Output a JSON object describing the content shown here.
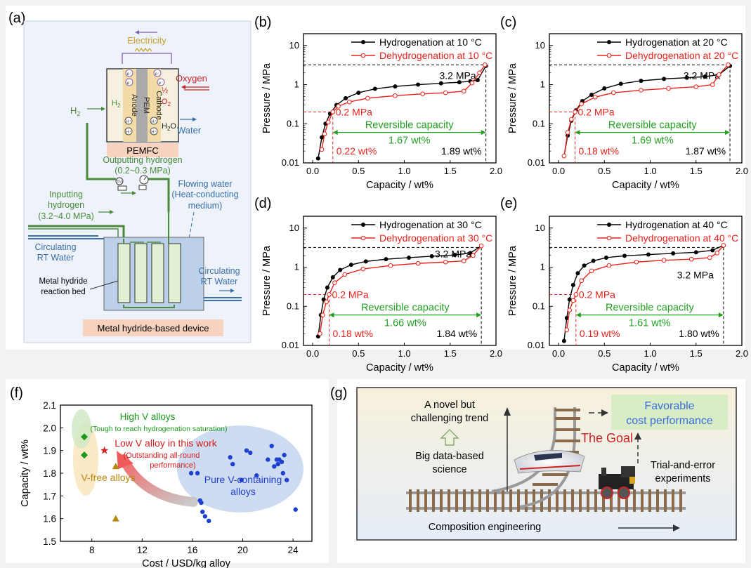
{
  "panel_labels": {
    "a": "(a)",
    "b": "(b)",
    "c": "(c)",
    "d": "(d)",
    "e": "(e)",
    "f": "(f)",
    "g": "(g)"
  },
  "device": {
    "electricity": "Electricity",
    "oxygen": "Oxygen",
    "half_o2_a": "½",
    "half_o2_b": "O",
    "half_o2_sub": "2",
    "h2_outer": "H",
    "h2_inner": "H",
    "h2_sub": "2",
    "anode": "Anode",
    "pem": "PEM",
    "cathode": "Cathode",
    "h2o": "H",
    "h2o_sub": "2",
    "h2o_end": "O",
    "water": "Water",
    "pemfc": "PEMFC",
    "out_h2_1": "Outputting hydrogen",
    "out_h2_2": "(0.2~0.3 MPa)",
    "in_h2_1": "Inputting",
    "in_h2_2": "hydrogen",
    "in_h2_3": "(3.2~4.0 MPa)",
    "flow_1": "Flowing water",
    "flow_2": "(Heat-conducting",
    "flow_3": "medium)",
    "circ_l1": "Circulating",
    "circ_l2": "RT Water",
    "circ_r1": "Circulating",
    "circ_r2": "RT Water",
    "bed_1": "Metal hydride",
    "bed_2": "reaction bed",
    "device_label": "Metal hydride-based device",
    "sv": "SV",
    "electron": "e⁻",
    "proton": "H⁺"
  },
  "chart_data": [
    {
      "id": "b",
      "type": "line",
      "xlabel": "Capacity / wt%",
      "ylabel": "Pressure / MPa",
      "xlim": [
        -0.1,
        2.0
      ],
      "ylim": [
        0.01,
        20
      ],
      "yscale": "log",
      "xticks": [
        "0.0",
        "0.5",
        "1.0",
        "1.5",
        "2.0"
      ],
      "yticks": [
        "0.01",
        "0.1",
        "1",
        "10"
      ],
      "series": [
        {
          "name": "Hydrogenation at 10 °C",
          "color": "#000000",
          "x": [
            0.06,
            0.1,
            0.14,
            0.19,
            0.26,
            0.36,
            0.5,
            0.68,
            0.9,
            1.15,
            1.4,
            1.6,
            1.72,
            1.8,
            1.89
          ],
          "y": [
            0.013,
            0.045,
            0.1,
            0.18,
            0.3,
            0.45,
            0.62,
            0.78,
            0.9,
            1.0,
            1.08,
            1.15,
            1.22,
            1.3,
            3.0
          ]
        },
        {
          "name": "Dehydrogenation at 10 °C",
          "color": "#e8221b",
          "x": [
            0.1,
            0.13,
            0.17,
            0.22,
            0.28,
            0.4,
            0.6,
            0.9,
            1.2,
            1.45,
            1.65,
            1.74,
            1.82,
            1.88
          ],
          "y": [
            0.022,
            0.055,
            0.11,
            0.2,
            0.28,
            0.36,
            0.45,
            0.52,
            0.58,
            0.62,
            0.68,
            1.1,
            2.0,
            3.2
          ]
        }
      ],
      "annotations": {
        "p_high": "3.2 MPa",
        "p_low": "0.2 MPa",
        "rev": "Reversible capacity",
        "rev_val": "1.67 wt%",
        "low_wt": "0.22 wt%",
        "high_wt": "1.89 wt%"
      },
      "markers": {
        "low_x": 0.22,
        "high_x": 1.89,
        "p_high": 3.2,
        "p_low": 0.2
      }
    },
    {
      "id": "c",
      "type": "line",
      "xlabel": "Capacity / wt%",
      "ylabel": "Pressure / MPa",
      "xlim": [
        -0.1,
        2.0
      ],
      "ylim": [
        0.01,
        20
      ],
      "yscale": "log",
      "xticks": [
        "0.0",
        "0.5",
        "1.0",
        "1.5",
        "2.0"
      ],
      "yticks": [
        "0.01",
        "0.1",
        "1",
        "10"
      ],
      "series": [
        {
          "name": "Hydrogenation at 20 °C",
          "color": "#000000",
          "x": [
            0.06,
            0.1,
            0.14,
            0.19,
            0.26,
            0.36,
            0.5,
            0.68,
            0.9,
            1.15,
            1.4,
            1.6,
            1.75,
            1.87
          ],
          "y": [
            0.015,
            0.05,
            0.12,
            0.22,
            0.38,
            0.55,
            0.8,
            1.05,
            1.25,
            1.4,
            1.5,
            1.6,
            1.8,
            3.0
          ]
        },
        {
          "name": "Dehydrogenation at 20 °C",
          "color": "#e8221b",
          "x": [
            0.06,
            0.1,
            0.14,
            0.18,
            0.25,
            0.4,
            0.6,
            0.9,
            1.2,
            1.5,
            1.68,
            1.75,
            1.85
          ],
          "y": [
            0.015,
            0.06,
            0.13,
            0.2,
            0.32,
            0.48,
            0.62,
            0.72,
            0.8,
            0.88,
            1.0,
            1.8,
            3.2
          ]
        }
      ],
      "annotations": {
        "p_high": "3.2 MPa",
        "p_low": "0.2 MPa",
        "rev": "Reversible capacity",
        "rev_val": "1.69 wt%",
        "low_wt": "0.18 wt%",
        "high_wt": "1.87 wt%"
      },
      "markers": {
        "low_x": 0.18,
        "high_x": 1.87,
        "p_high": 3.2,
        "p_low": 0.2
      }
    },
    {
      "id": "d",
      "type": "line",
      "xlabel": "Capacity / wt%",
      "ylabel": "Pressure / MPa",
      "xlim": [
        -0.1,
        2.0
      ],
      "ylim": [
        0.01,
        20
      ],
      "yscale": "log",
      "xticks": [
        "0.0",
        "0.5",
        "1.0",
        "1.5",
        "2.0"
      ],
      "yticks": [
        "0.01",
        "0.1",
        "1",
        "10"
      ],
      "series": [
        {
          "name": "Hydrogenation at 30 °C",
          "color": "#000000",
          "x": [
            0.06,
            0.09,
            0.12,
            0.16,
            0.22,
            0.3,
            0.42,
            0.58,
            0.8,
            1.05,
            1.3,
            1.55,
            1.72,
            1.84
          ],
          "y": [
            0.017,
            0.06,
            0.15,
            0.3,
            0.55,
            0.85,
            1.15,
            1.4,
            1.6,
            1.75,
            1.9,
            2.05,
            2.3,
            3.5
          ]
        },
        {
          "name": "Dehydrogenation at 30 °C",
          "color": "#e8221b",
          "x": [
            0.08,
            0.11,
            0.15,
            0.18,
            0.24,
            0.35,
            0.55,
            0.85,
            1.15,
            1.45,
            1.65,
            1.75,
            1.84
          ],
          "y": [
            0.02,
            0.06,
            0.13,
            0.2,
            0.4,
            0.65,
            0.9,
            1.1,
            1.25,
            1.35,
            1.45,
            2.0,
            3.5
          ]
        }
      ],
      "annotations": {
        "p_high": "3.2 MPa",
        "p_low": "0.2 MPa",
        "rev": "Reversible capacity",
        "rev_val": "1.66 wt%",
        "low_wt": "0.18 wt%",
        "high_wt": "1.84 wt%"
      },
      "markers": {
        "low_x": 0.18,
        "high_x": 1.84,
        "p_high": 3.2,
        "p_low": 0.2
      }
    },
    {
      "id": "e",
      "type": "line",
      "xlabel": "Capacity / wt%",
      "ylabel": "Pressure / MPa",
      "xlim": [
        -0.1,
        2.0
      ],
      "ylim": [
        0.01,
        20
      ],
      "yscale": "log",
      "xticks": [
        "0.0",
        "0.5",
        "1.0",
        "1.5",
        "2.0"
      ],
      "yticks": [
        "0.01",
        "0.1",
        "1",
        "10"
      ],
      "series": [
        {
          "name": "Hydrogenation at 40 °C",
          "color": "#000000",
          "x": [
            0.06,
            0.09,
            0.12,
            0.16,
            0.21,
            0.28,
            0.38,
            0.52,
            0.72,
            0.98,
            1.25,
            1.5,
            1.68,
            1.8
          ],
          "y": [
            0.013,
            0.05,
            0.15,
            0.35,
            0.7,
            1.1,
            1.45,
            1.75,
            1.95,
            2.1,
            2.25,
            2.4,
            2.7,
            3.6
          ]
        },
        {
          "name": "Dehydrogenation at 40 °C",
          "color": "#e8221b",
          "x": [
            0.09,
            0.12,
            0.16,
            0.19,
            0.25,
            0.36,
            0.55,
            0.85,
            1.15,
            1.45,
            1.65,
            1.73,
            1.8
          ],
          "y": [
            0.025,
            0.08,
            0.14,
            0.2,
            0.45,
            0.8,
            1.1,
            1.35,
            1.5,
            1.6,
            1.75,
            2.3,
            3.6
          ]
        }
      ],
      "annotations": {
        "p_high": "3.2 MPa",
        "p_low": "0.2 MPa",
        "rev": "Reversible capacity",
        "rev_val": "1.61 wt%",
        "low_wt": "0.19 wt%",
        "high_wt": "1.80 wt%"
      },
      "markers": {
        "low_x": 0.19,
        "high_x": 1.8,
        "p_high": 3.2,
        "p_low": 0.2
      }
    },
    {
      "id": "f",
      "type": "scatter",
      "xlabel": "Cost / USD/kg alloy",
      "ylabel": "Capacity / wt%",
      "xlim": [
        5.5,
        25.5
      ],
      "ylim": [
        1.5,
        2.1
      ],
      "xticks": [
        "8",
        "12",
        "16",
        "20",
        "24"
      ],
      "yticks": [
        "1.5",
        "1.6",
        "1.7",
        "1.8",
        "1.9",
        "2.0",
        "2.1"
      ],
      "series": [
        {
          "name": "High V alloys",
          "color": "#1a9a1a",
          "marker": "diamond",
          "x": [
            7.4,
            7.4
          ],
          "y": [
            1.96,
            1.88
          ]
        },
        {
          "name": "Low V alloy in this work",
          "color": "#d42020",
          "marker": "star",
          "x": [
            9.0
          ],
          "y": [
            1.9
          ]
        },
        {
          "name": "V-free alloys",
          "color": "#b8860b",
          "marker": "triangle",
          "x": [
            9.9,
            9.9
          ],
          "y": [
            1.83,
            1.6
          ]
        },
        {
          "name": "Pure V-containing alloys",
          "color": "#1f3fcf",
          "marker": "circle",
          "x": [
            15.9,
            16.4,
            16.6,
            16.7,
            16.8,
            17.0,
            17.3,
            19.0,
            19.2,
            19.9,
            20.3,
            20.6,
            21.1,
            22.0,
            22.3,
            22.5,
            22.7,
            22.9,
            22.8,
            23.1,
            23.3,
            23.2,
            23.5,
            24.2
          ],
          "y": [
            1.8,
            1.8,
            1.68,
            1.67,
            1.63,
            1.61,
            1.59,
            1.87,
            1.84,
            1.77,
            1.9,
            1.89,
            1.79,
            1.86,
            1.92,
            1.83,
            1.86,
            1.86,
            1.84,
            1.85,
            1.88,
            1.8,
            1.77,
            1.64
          ]
        }
      ],
      "annotations": {
        "high_v": "High V alloys",
        "high_v_note": "(Tough to reach hydrogenation saturation)",
        "low_v": "Low V alloy in this work",
        "low_v_note1": "(Outstanding all-round",
        "low_v_note2": "performance)",
        "v_free": "V-free alloys",
        "pure_v1": "Pure V-containing",
        "pure_v2": "alloys"
      }
    }
  ],
  "schematic_g": {
    "novel_1": "A novel but",
    "novel_2": "challenging trend",
    "big_1": "Big data-based",
    "big_2": "science",
    "goal": "The Goal",
    "favorable_1": "Favorable",
    "favorable_2": "cost performance",
    "trial_1": "Trial-and-error",
    "trial_2": "experiments",
    "composition": "Composition engineering"
  }
}
